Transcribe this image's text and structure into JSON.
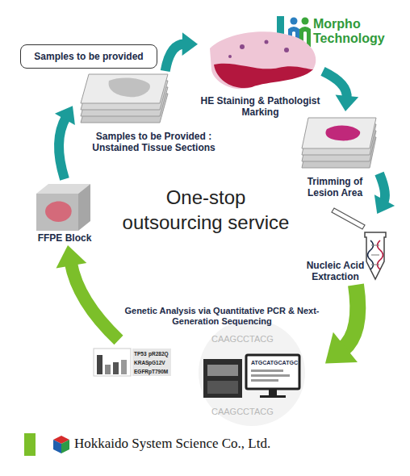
{
  "diagram": {
    "title": "One-stop outsourcing service",
    "nodes": [
      {
        "text": [
          "Samples to be provided"
        ]
      },
      {
        "text": [
          "Samples to be Provided : Unstained Tissue Sections"
        ]
      },
      {
        "text": [
          "HE Staining & Pathologist Marking"
        ]
      },
      {
        "text": [
          "Trimming of Lesion Area"
        ]
      },
      {
        "text": [
          "Nucleic Acid Extraction"
        ]
      },
      {
        "text": [
          "Genetic Analysis via Quantitative PCR & Next-Generation Sequencing"
        ]
      },
      {
        "text": [
          "FFPE Block"
        ]
      }
    ],
    "edges": [
      {
        "from": 6,
        "to": 1,
        "arrow": "to"
      },
      {
        "from": 1,
        "to": 2,
        "arrow": "to"
      },
      {
        "from": 2,
        "to": 3,
        "arrow": "to"
      },
      {
        "from": 3,
        "to": 4,
        "arrow": "to"
      },
      {
        "from": 4,
        "to": 5,
        "arrow": "to"
      },
      {
        "from": 5,
        "to": 6,
        "arrow": "to"
      }
    ],
    "labels": [
      "Morpho Technology",
      "TP53",
      "pR282Q",
      "KRAS",
      "pG12V",
      "EGFR",
      "pT790M",
      "ATGCATGCATGC",
      "CAAGCCTACG",
      "CAAGCCTACG",
      "Hokkaido System Science Co., Ltd."
    ]
  }
}
